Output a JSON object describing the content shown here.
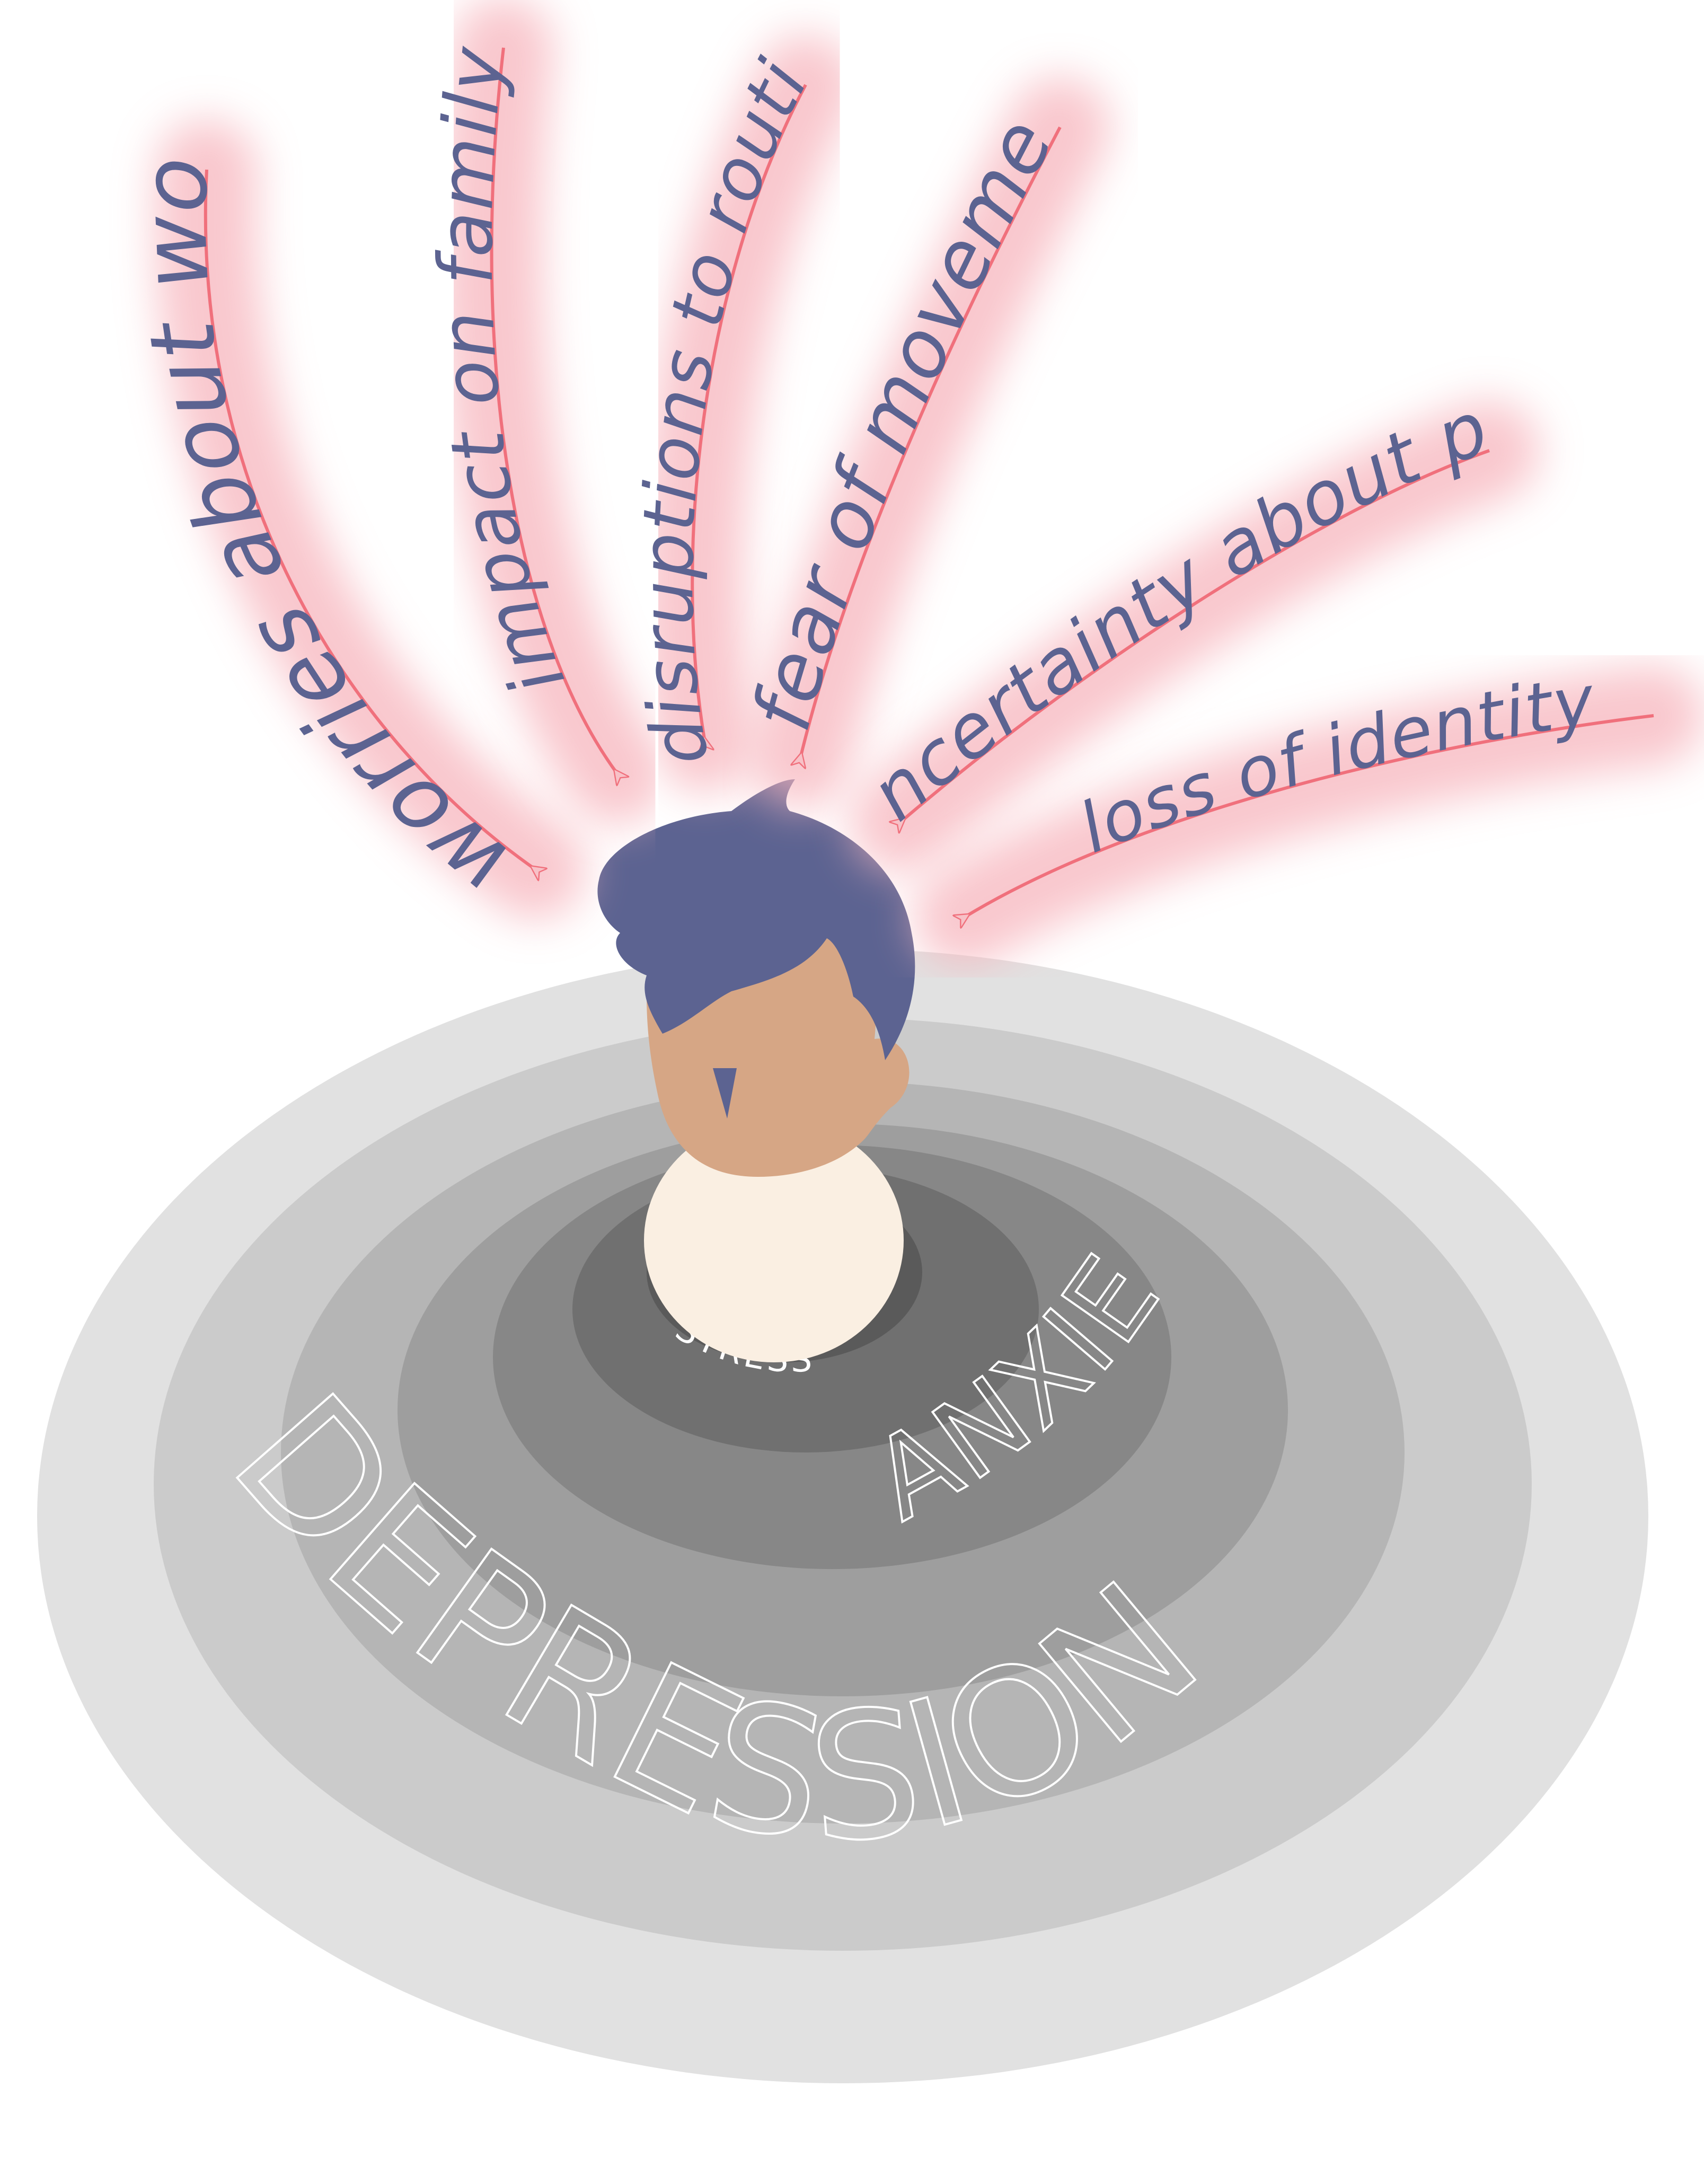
{
  "stressors": [
    {
      "label": "worries about work"
    },
    {
      "label": "impact on family"
    },
    {
      "label": "disruptions to routine"
    },
    {
      "label": "fear of movement"
    },
    {
      "label": "uncertainty about pain"
    },
    {
      "label": "loss of identity"
    }
  ],
  "rings": {
    "center": "STRESS",
    "middle": "ANXIETY",
    "outer": "DEPRESSION"
  },
  "colors": {
    "arrow_stroke": "#f0707c",
    "arrow_fill": "#f7b5bd",
    "arrow_text": "#5c6391",
    "hair": "#5c6391",
    "skin": "#d6a685",
    "body": "#faefe2",
    "ring_light": "#dcdcdc",
    "ring_dark": "#5a5a5a"
  }
}
